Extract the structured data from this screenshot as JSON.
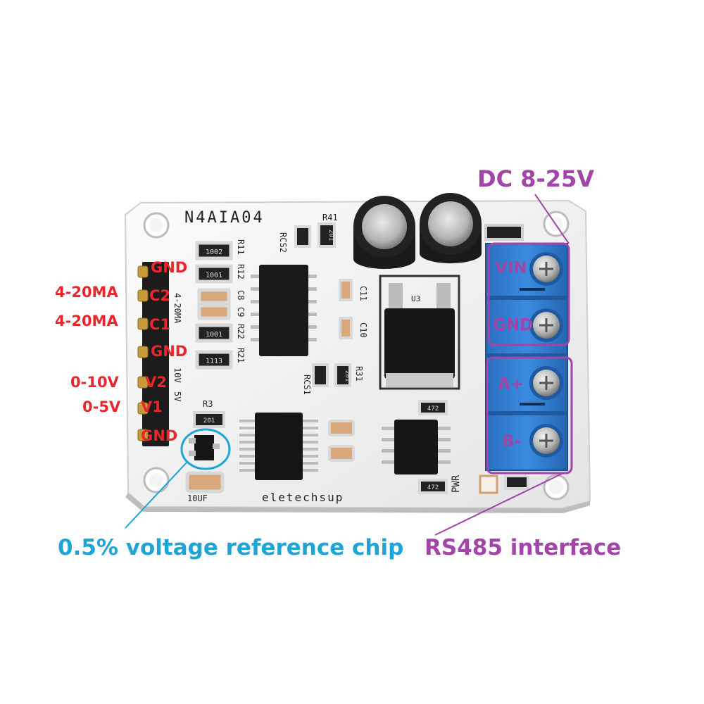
{
  "board": {
    "model": "N4AIA04",
    "brand": "eletechsup",
    "silk": {
      "r41": "R41",
      "rcs2": "RCS2",
      "r11": "R11",
      "r12": "R12",
      "c8": "C8",
      "c9": "C9",
      "r22": "R22",
      "r21": "R21",
      "c11": "C11",
      "c10": "C10",
      "u3": "U3",
      "r31": "R31",
      "rcs1": "RCS1",
      "r3": "R3",
      "cap": "10UF",
      "pwr": "PWR",
      "ma": "4-20MA",
      "v10": "10V",
      "v5": "5V"
    },
    "smd": {
      "r1": "1002",
      "r2": "1001",
      "r3": "1001",
      "r4": "1113",
      "r5": "201",
      "r6": "201",
      "r7": "472",
      "r8": "472",
      "r9": "201"
    }
  },
  "labels": {
    "left_pins": [
      {
        "text": "GND"
      },
      {
        "prefix": "4-20MA",
        "text": "C2"
      },
      {
        "prefix": "4-20MA",
        "text": "C1"
      },
      {
        "text": "GND"
      },
      {
        "prefix": "0-10V",
        "text": "V2"
      },
      {
        "prefix": "0-5V",
        "text": "V1"
      },
      {
        "text": "GND"
      }
    ],
    "terminals": [
      "VIN",
      "GND",
      "A+",
      "B-"
    ],
    "dc": "DC 8-25V",
    "rs485": "RS485 interface",
    "vref": "0.5% voltage reference chip"
  },
  "colors": {
    "pin_label": "#e8262c",
    "callout_purple": "#a145a8",
    "callout_blue": "#1fa4d6",
    "terminal_block": "#2f7fd0",
    "board": "#f2f2f2"
  }
}
